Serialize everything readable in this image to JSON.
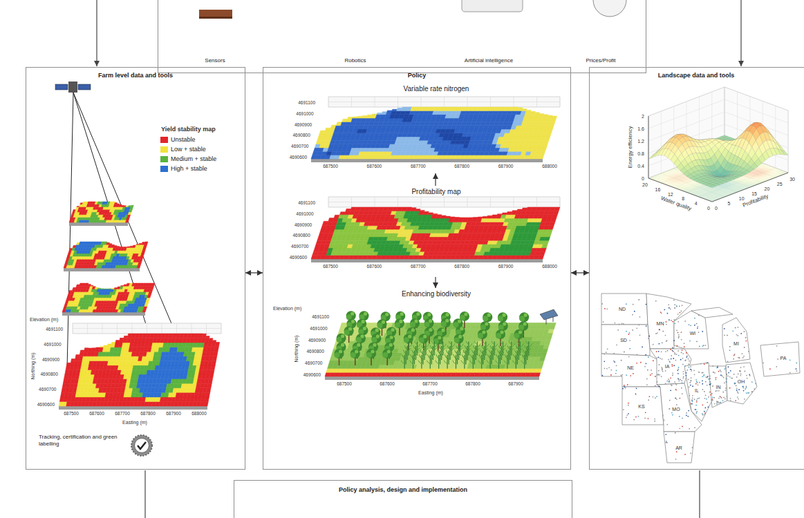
{
  "diagram": {
    "nodes": [
      {
        "text": [
          "Sensors",
          "Robotics",
          "Artificial intelligence",
          "Prices/Profit"
        ]
      },
      {
        "text": [
          "Farm level data and tools",
          "Tracking, certification and green labelling"
        ]
      },
      {
        "text": [
          "Policy"
        ]
      },
      {
        "text": [
          "Variable rate nitrogen"
        ],
        "in": 2
      },
      {
        "text": [
          "Profitability map"
        ],
        "in": 2
      },
      {
        "text": [
          "Enhancing biodiversity"
        ],
        "in": 2
      },
      {
        "text": [
          "Landscape data and tools"
        ]
      },
      {
        "text": [
          "Policy analysis, design and implementation"
        ]
      }
    ],
    "edges": [
      {
        "from": 1,
        "to": 2,
        "arrow": "both"
      },
      {
        "from": 2,
        "to": 6,
        "arrow": "both"
      },
      {
        "from": 4,
        "to": 3,
        "arrow": "to"
      },
      {
        "from": 4,
        "to": 5,
        "arrow": "to"
      }
    ],
    "labels": [
      "Yield stability map",
      "Elevation (m)",
      "4691100",
      "4691000",
      "4690900",
      "4690800",
      "4690700",
      "4690600",
      "Northing (m)",
      "687500",
      "687600",
      "687700",
      "687800",
      "687900",
      "688000",
      "Easting (m)",
      "4691100",
      "4691000",
      "4690900",
      "4690800",
      "4690700",
      "4690600",
      "687500",
      "687600",
      "687700",
      "687800",
      "687900",
      "688000",
      "4691100",
      "4691000",
      "4690900",
      "4690800",
      "4690700",
      "4690600",
      "687500",
      "687600",
      "687700",
      "687800",
      "687900",
      "688000",
      "Elevation (m)",
      "4691100",
      "4691000",
      "4690900",
      "4690800",
      "4690700",
      "4690600",
      "Northing (m)",
      "687500",
      "687600",
      "687700",
      "687800",
      "687900",
      "Easting (m)",
      "Energy efficiency",
      "2",
      "1.6",
      "1.2",
      "0.8",
      "0.4",
      "0",
      "Water quality",
      "0",
      "4",
      "8",
      "12",
      "16",
      "20",
      "Profitability",
      "0",
      "5",
      "10",
      "15",
      "20",
      "25",
      "30",
      "ND",
      "MN",
      "SD",
      "WI",
      "MI",
      "NE",
      "IA",
      "IL",
      "IN",
      "OH",
      "PA",
      "KS",
      "MO",
      "AR"
    ],
    "legend": [
      {
        "text": "Unstable",
        "color": "#e3262a"
      },
      {
        "text": "Low + stable",
        "color": "#f2e33c"
      },
      {
        "text": "Medium + stable",
        "color": "#5bb33e"
      },
      {
        "text": "High + stable",
        "color": "#2d6fd2"
      }
    ]
  }
}
